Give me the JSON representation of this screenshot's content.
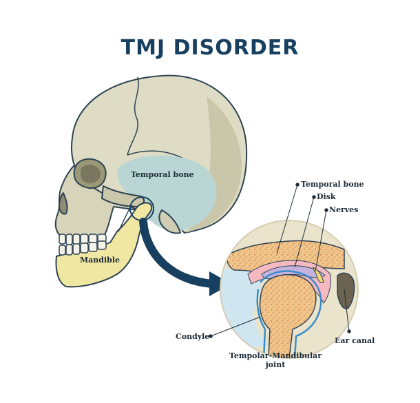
{
  "title": "TMJ DISORDER",
  "labels": {
    "skull_temporal_bone": "Temporal bone",
    "mandible": "Mandible",
    "detail_temporal_bone": "Temporal bone",
    "disk": "Disk",
    "nerves": "Nerves",
    "condyle": "Condyle",
    "ear_canal": "Ear canal",
    "joint_line1": "Tempolar-Mandibular",
    "joint_line2": "joint"
  },
  "colors": {
    "title": "#173f5f",
    "skull_bone": "#dedcc4",
    "skull_shadow": "#bfbc9f",
    "temporal_region": "#b9d6d4",
    "mandible": "#efe7a2",
    "arrow": "#173f5f",
    "detail_circle": "#eae4cc",
    "cartilage_blue": "#cfe6f0",
    "bone_spongy": "#f0c58b",
    "disk_purple": "#c5b3dd",
    "capsule_pink": "#f4b9c1",
    "nerve_yellow": "#f1dc7a",
    "outline": "#2d4252"
  }
}
